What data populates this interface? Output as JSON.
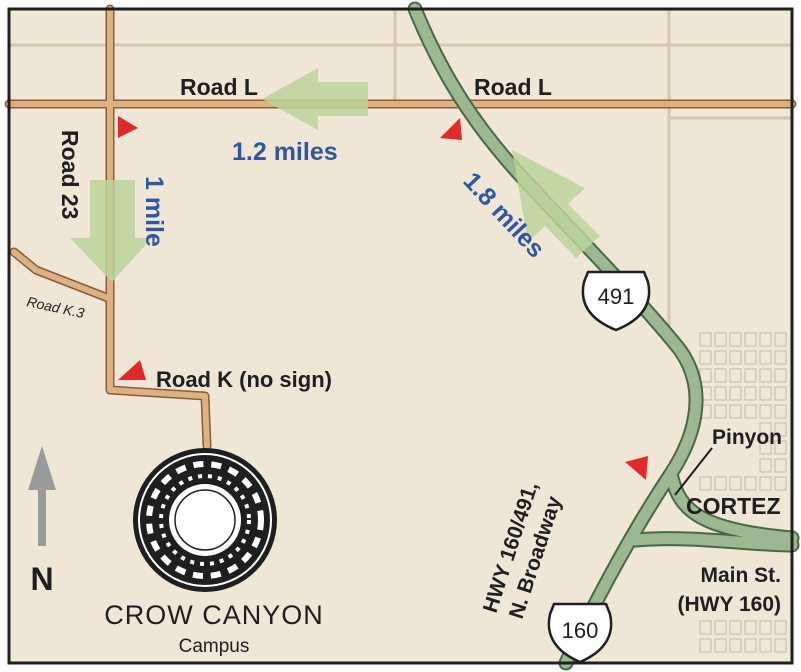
{
  "map": {
    "colors": {
      "land": "#efe6d6",
      "frame": "#1f1f1f",
      "road": "#dcb184",
      "road_edge": "#8c5c35",
      "highway": "#9cb890",
      "highway_edge": "#4a6847",
      "arrow": "#bcd29a",
      "label_blue": "#2f56a3",
      "marker_red": "#e02a2a",
      "town_grid": "#c8c1b2"
    },
    "roads": {
      "road_l_west": "Road L",
      "road_l_east": "Road L",
      "road_23": "Road 23",
      "road_k3": "Road K.3",
      "road_k": "Road K (no sign)"
    },
    "distances": {
      "road_l": "1.2 miles",
      "road_23": "1 mile",
      "hwy_491": "1.8 miles"
    },
    "shields": {
      "north": "491",
      "south": "160"
    },
    "highway_label": {
      "line1": "HWY 160/491,",
      "line2": "N. Broadway"
    },
    "town": {
      "street": "Pinyon",
      "name": "CORTEZ",
      "main_line1": "Main St.",
      "main_line2": "(HWY 160)"
    },
    "destination": {
      "name": "CROW CANYON",
      "sub": "Campus"
    },
    "compass": {
      "label": "N",
      "icon": "north-arrow-icon"
    }
  }
}
